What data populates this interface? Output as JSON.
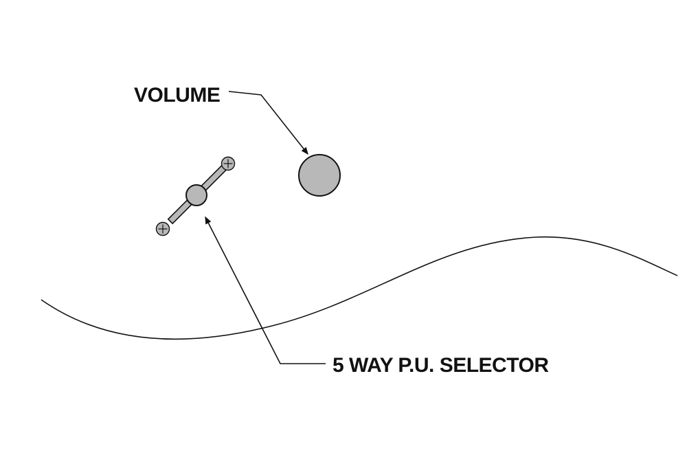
{
  "diagram": {
    "title": "guitar-controls-callout-diagram",
    "labels": {
      "volume": "VOLUME",
      "selector": "5 WAY P.U. SELECTOR"
    },
    "components": [
      {
        "name": "volume-knob",
        "shape": "circle",
        "description": "round control knob"
      },
      {
        "name": "pickup-selector-switch",
        "shape": "lever with two mounting screws",
        "description": "5-way pickup selector blade switch"
      },
      {
        "name": "guitar-body-edge",
        "shape": "curve",
        "description": "outline of guitar body"
      }
    ],
    "colors": {
      "background": "#ffffff",
      "line": "#111111",
      "knob_fill": "#b8b8b8",
      "text": "#111111"
    }
  }
}
